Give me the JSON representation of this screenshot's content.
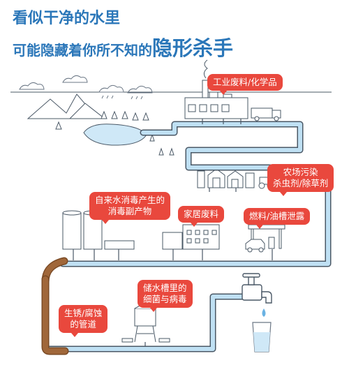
{
  "title": {
    "line1": "看似干净的水里",
    "line2_prefix": "可能隐藏着你所不知的",
    "line2_highlight": "隐形杀手"
  },
  "labels": {
    "industrial": "工业废料/化学品",
    "farm_line1": "农场污染",
    "farm_line2": "杀虫剂/除草剂",
    "disinfection_line1": "自来水消毒产生的",
    "disinfection_line2": "消毒副产物",
    "household": "家居废料",
    "fuel": "燃料/油槽泄露",
    "tank_line1": "储水槽里的",
    "tank_line2": "细菌与病毒",
    "rust_line1": "生锈/腐蚀",
    "rust_line2": "的管道"
  },
  "colors": {
    "title": "#2b77b9",
    "bubble": "#e9483d",
    "pipe": "#bfe0f3",
    "pipe_outline": "#4a5866",
    "rusty_pipe": "#a0673a",
    "water": "#cfe8f7"
  }
}
